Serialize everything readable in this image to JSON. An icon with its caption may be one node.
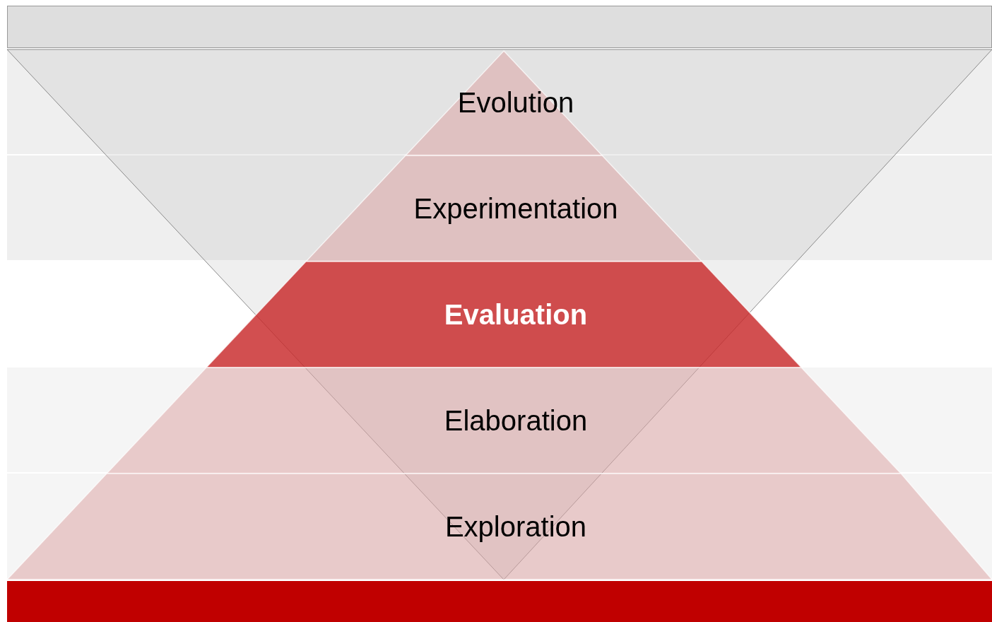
{
  "diagram": {
    "nodes": [
      {
        "text": [],
        "shape": "bar"
      },
      {
        "text": [
          "Evolution"
        ]
      },
      {
        "text": [
          "Experimentation"
        ]
      },
      {
        "text": [
          "Evaluation"
        ]
      },
      {
        "text": [
          "Elaboration"
        ]
      },
      {
        "text": [
          "Exploration"
        ]
      },
      {
        "text": [],
        "shape": "bar"
      }
    ],
    "edges": []
  }
}
